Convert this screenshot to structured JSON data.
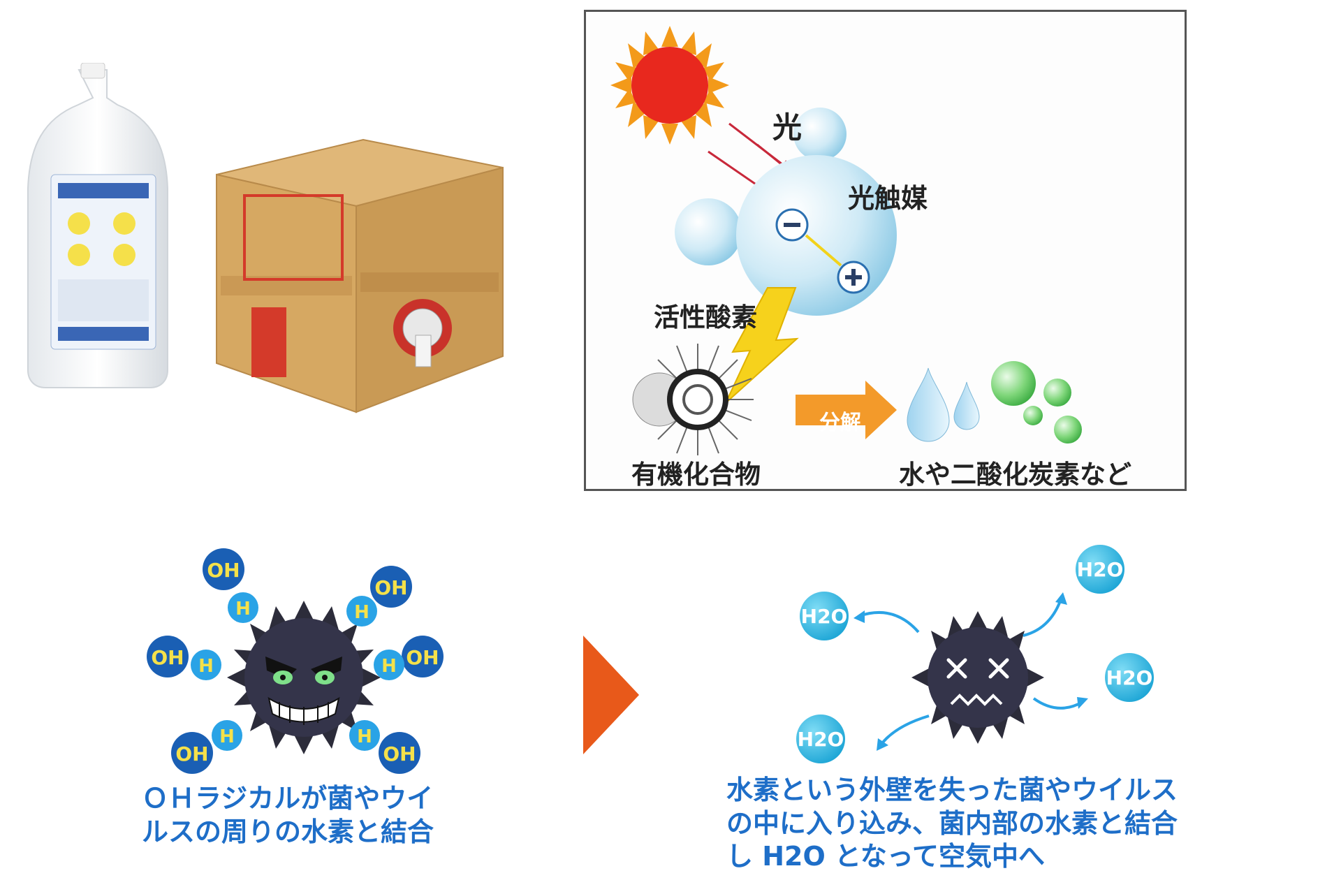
{
  "photocatalyst": {
    "light_label": "光",
    "catalyst_label": "光触媒",
    "active_oxygen_label": "活性酸素",
    "organic_label": "有機化合物",
    "decompose_label": "分解",
    "result_label": "水や二酸化炭素など"
  },
  "hydroxyl": {
    "oh": "OH",
    "h": "H",
    "caption_lines": [
      "ＯＨラジカルが菌やウイ",
      "ルスの周りの水素と結合"
    ]
  },
  "result": {
    "h2o": "H2O",
    "caption_lines": [
      "水素という外壁を失った菌やウイルス",
      "の中に入り込み、菌内部の水素と結合",
      "し H2O となって空気中へ"
    ]
  },
  "colors": {
    "caption_blue": "#1e6ec8",
    "oh_blue": "#1a5fb4",
    "h_blue": "#2aa3e6",
    "h2o_cyan": "#1ea6d6",
    "arrow_orange": "#e8591a",
    "sun_red": "#e8281e",
    "sun_orange": "#f39a1a"
  }
}
